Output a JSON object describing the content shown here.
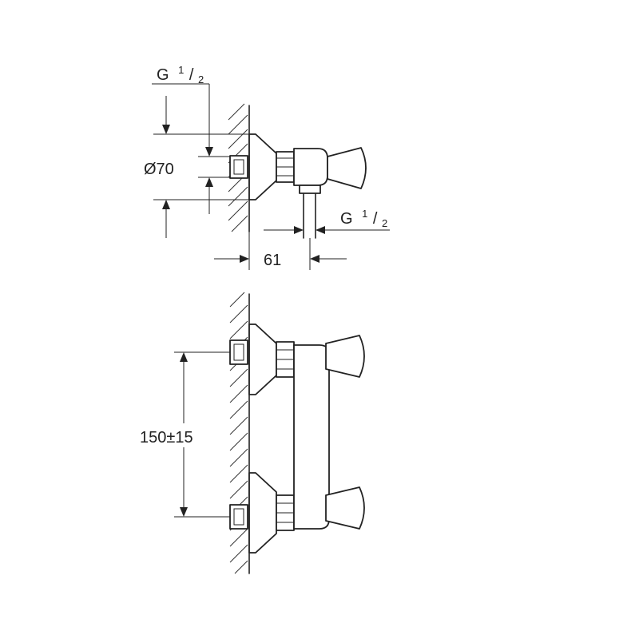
{
  "labels": {
    "top_thread": {
      "main": "G",
      "num": "1",
      "sep": "/",
      "den": "2"
    },
    "diameter": "Ø70",
    "side_thread": {
      "main": "G",
      "num": "1",
      "sep": "/",
      "den": "2"
    },
    "projection": "61",
    "spacing": "150±15"
  }
}
